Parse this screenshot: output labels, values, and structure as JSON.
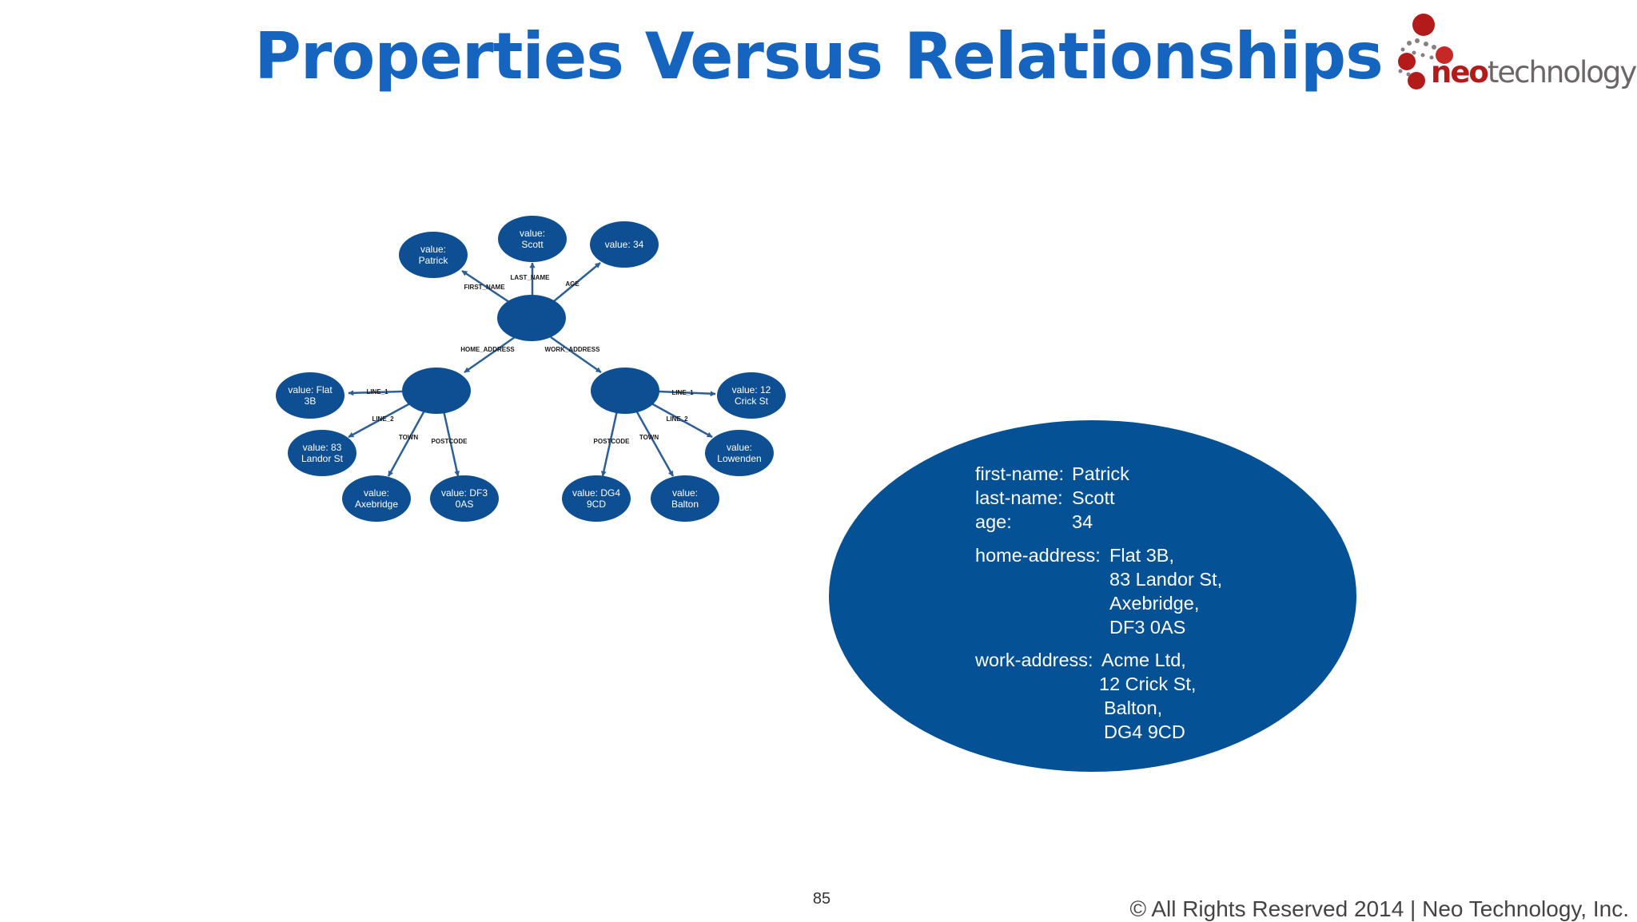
{
  "title": "Properties Versus Relationships",
  "logo": {
    "neo": "neo",
    "technology": "technology"
  },
  "colors": {
    "title": "#1565c0",
    "node": "#0d4f92",
    "big_node": "#045195",
    "edge": "#2d5f97",
    "logo_red": "#b31b1b",
    "logo_gray": "#6d6666"
  },
  "graph": {
    "nodes": {
      "person": "",
      "first": [
        "value:",
        "Patrick"
      ],
      "last": [
        "value:",
        "Scott"
      ],
      "age": [
        "value: 34"
      ],
      "home": "",
      "work": "",
      "flat": [
        "value: Flat",
        "3B"
      ],
      "landor": [
        "value: 83",
        "Landor St"
      ],
      "axebridge": [
        "value:",
        "Axebridge"
      ],
      "df3": [
        "value: DF3",
        "0AS"
      ],
      "crick": [
        "value: 12",
        "Crick St"
      ],
      "lowenden": [
        "value:",
        "Lowenden"
      ],
      "balton": [
        "value:",
        "Balton"
      ],
      "dg4": [
        "value: DG4",
        "9CD"
      ]
    },
    "edges": {
      "first_name": "FIRST_NAME",
      "last_name": "LAST_NAME",
      "age": "AGE",
      "home_address": "HOME_ADDRESS",
      "work_address": "WORK_ADDRESS",
      "home_line_1": "LINE_1",
      "home_line_2": "LINE_2",
      "home_town": "TOWN",
      "home_postcode": "POSTCODE",
      "work_line_1": "LINE_1",
      "work_line_2": "LINE_2",
      "work_town": "TOWN",
      "work_postcode": "POSTCODE"
    }
  },
  "properties_node": {
    "first_name_key": "first-name:",
    "first_name_value": "Patrick",
    "last_name_key": "last-name:",
    "last_name_value": "Scott",
    "age_key": "age:",
    "age_value": "34",
    "home_key": "home-address:",
    "home_lines": [
      "Flat 3B,",
      "83 Landor St,",
      "Axebridge,",
      "DF3 0AS"
    ],
    "work_key": "work-address:",
    "work_lines": [
      "Acme Ltd,",
      "12 Crick St,",
      "Balton,",
      "DG4 9CD"
    ]
  },
  "footer": {
    "page_number": "85",
    "copyright": "© All Rights Reserved 2014 | Neo Technology, Inc."
  }
}
